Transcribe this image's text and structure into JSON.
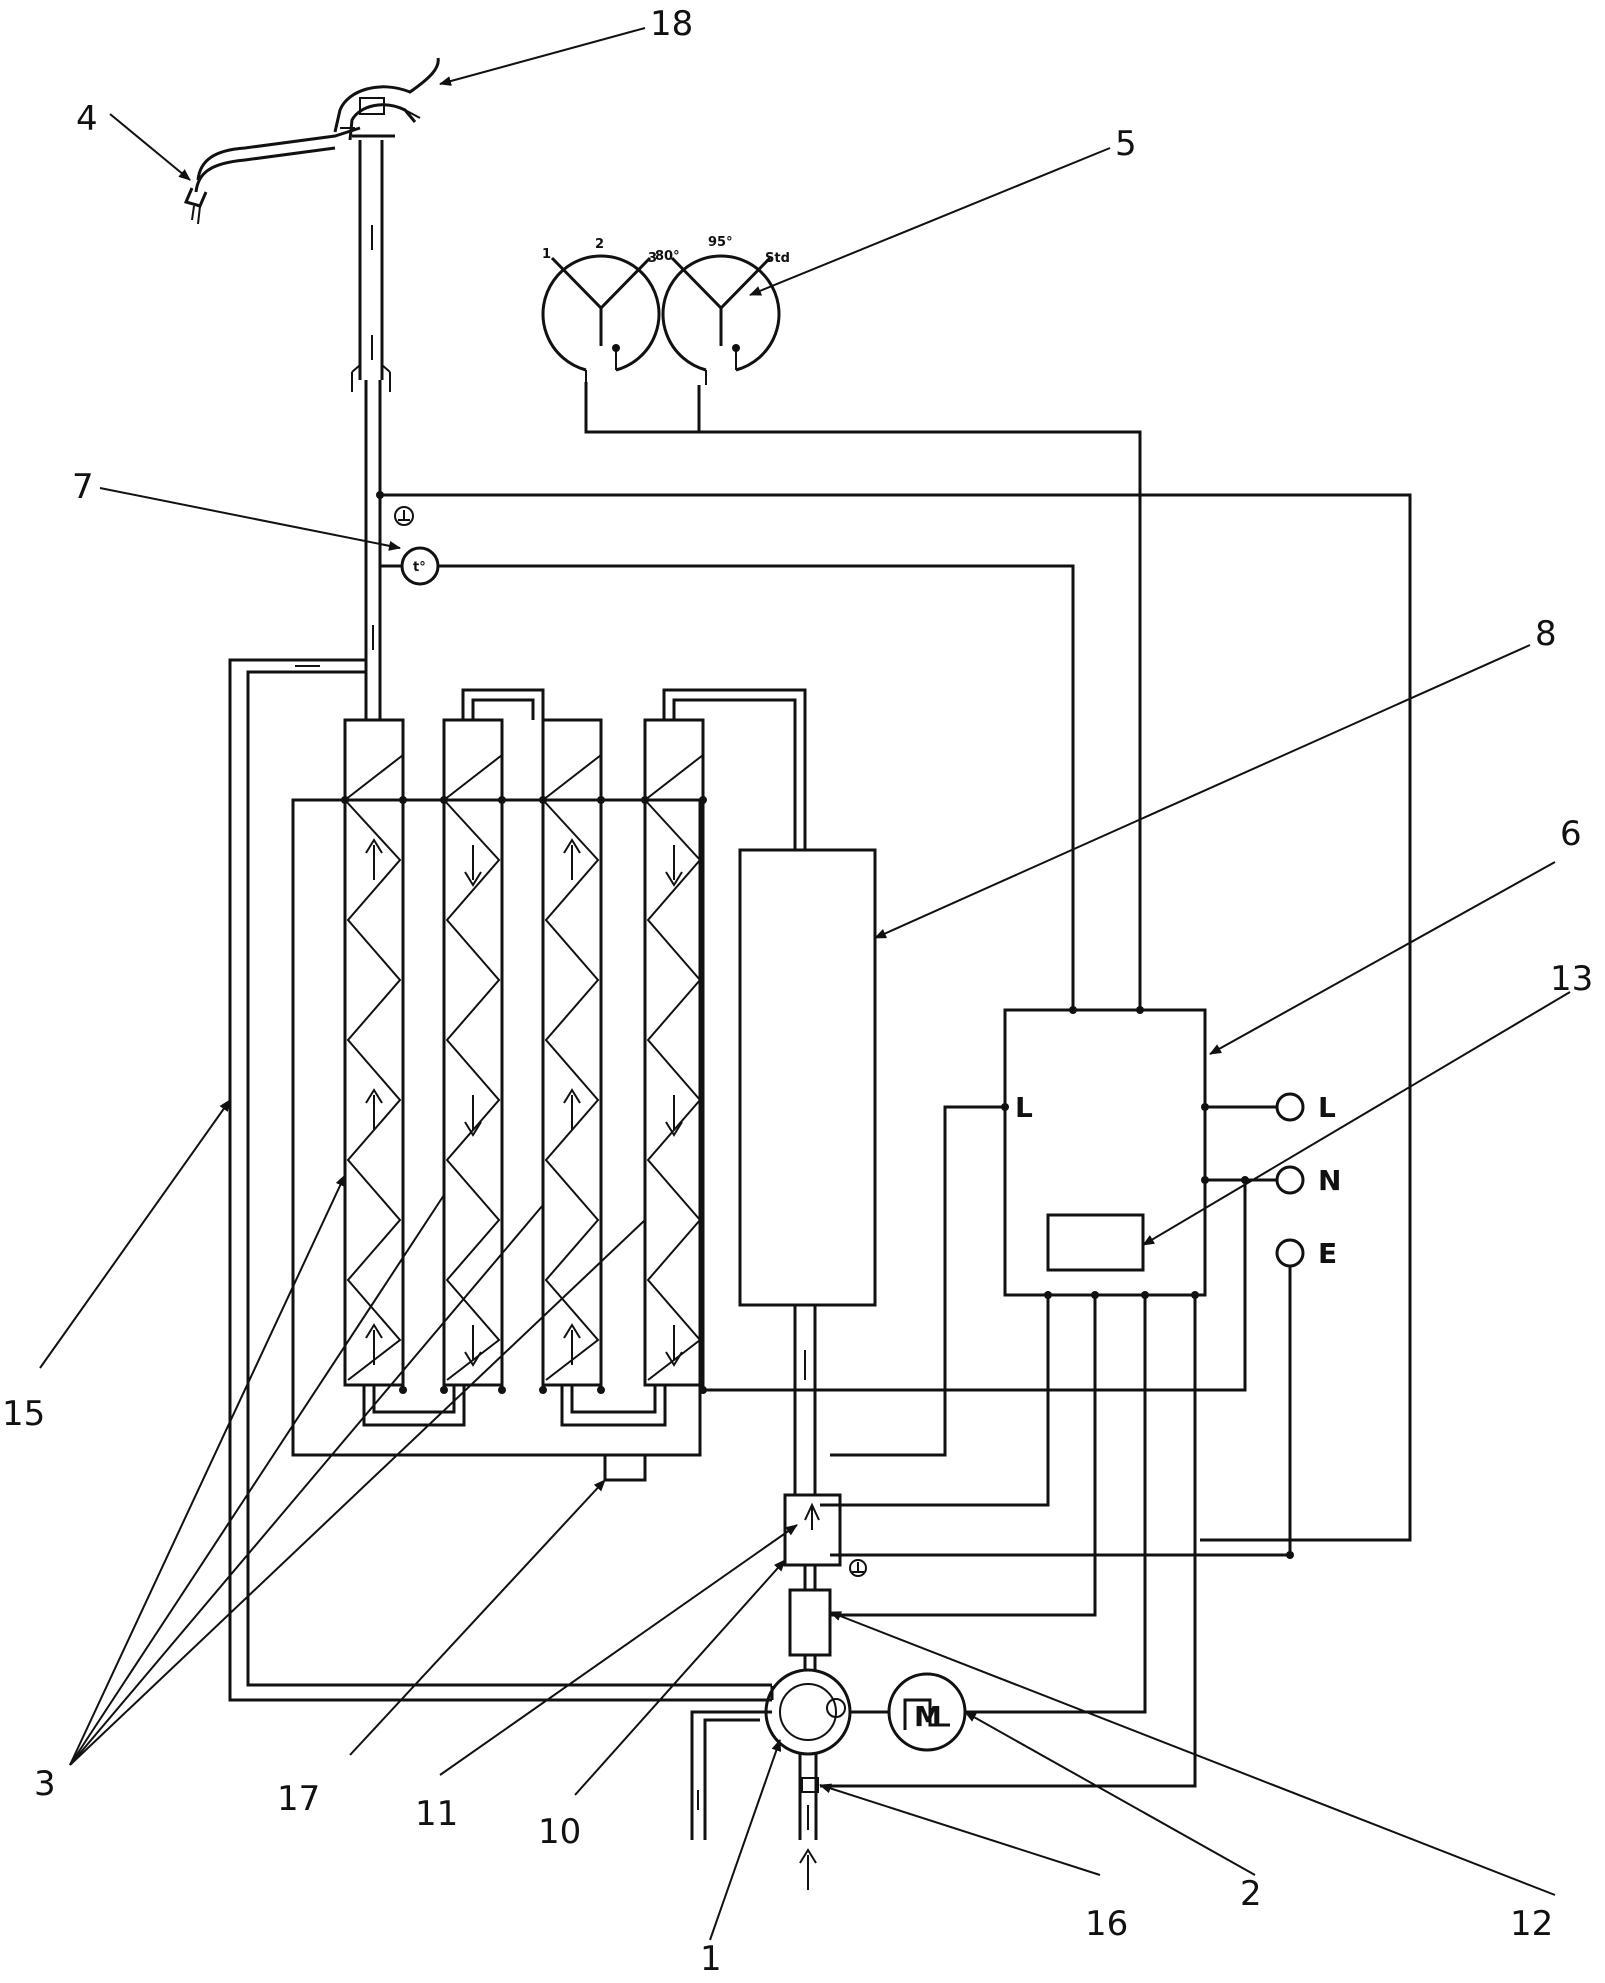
{
  "colors": {
    "ink": "#111111",
    "background": "#ffffff"
  },
  "callouts": {
    "c1": "1",
    "c2": "2",
    "c3": "3",
    "c4": "4",
    "c5": "5",
    "c6": "6",
    "c7": "7",
    "c8": "8",
    "c10": "10",
    "c11": "11",
    "c12": "12",
    "c13": "13",
    "c15": "15",
    "c16": "16",
    "c17": "17",
    "c18": "18"
  },
  "terminals": {
    "controller_L": "L",
    "L": "L",
    "N": "N",
    "E": "E"
  },
  "motor_label": "M",
  "dial_marks": {
    "left": [
      "1",
      "2",
      "3"
    ],
    "right": [
      "80°",
      "95°",
      "Std"
    ]
  }
}
